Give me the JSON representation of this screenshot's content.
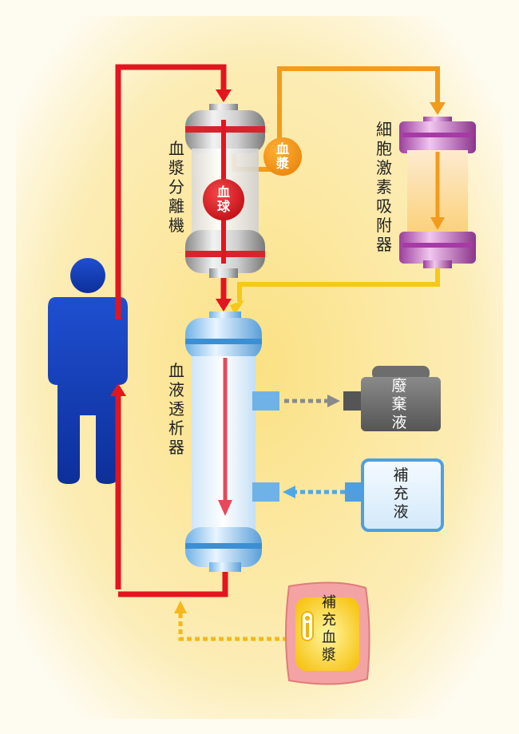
{
  "labels": {
    "plasma_separator": "血漿分離機",
    "cytokine_adsorber": "細胞激素吸附器",
    "hemodialyzer": "血液透析器",
    "waste_fluid": "廢棄液",
    "replacement_fluid": "補充液",
    "supplement_plasma": "補充血漿"
  },
  "badges": {
    "plasma": "血漿",
    "blood_cells": "血球"
  },
  "colors": {
    "background_glow": "#fbe59a",
    "blood_line": "#e3151f",
    "plasma_line": "#f29b1c",
    "return_plasma_line": "#f6c818",
    "human_figure": "#1540b8",
    "adsorber": "#b55bb5",
    "dialyzer": "#5aa6e0",
    "waste_container": "#6a6a6a",
    "replacement_container": "#4f9fe0",
    "plasma_bag": "#f3a3a3"
  },
  "icons": [
    "human-figure-icon",
    "info-icon"
  ]
}
